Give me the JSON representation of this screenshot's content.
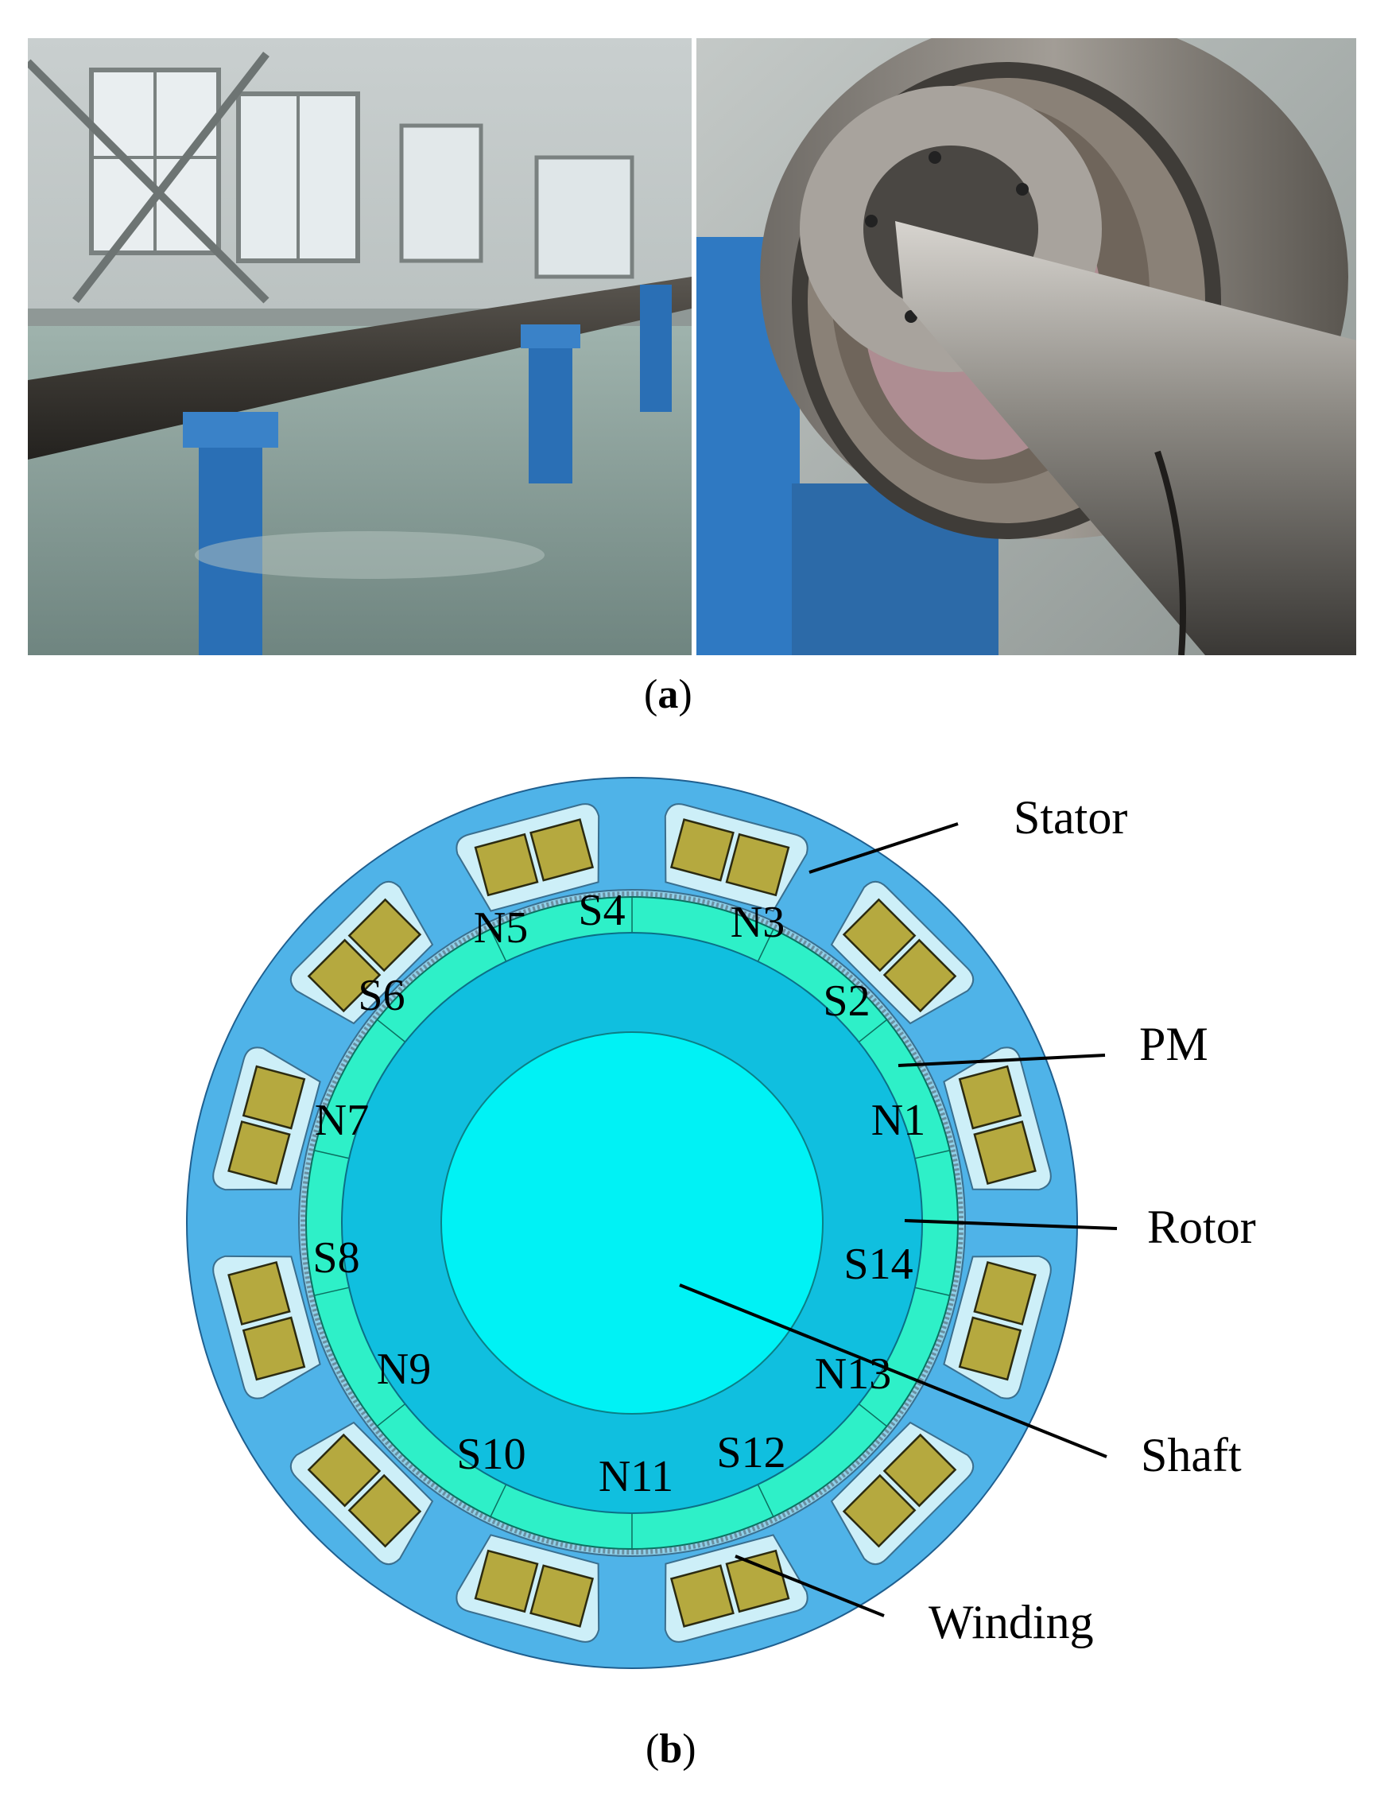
{
  "captions": {
    "a": "a",
    "b": "b"
  },
  "diagram": {
    "pole_labels": [
      "N1",
      "S2",
      "N3",
      "S4",
      "N5",
      "S6",
      "N7",
      "S8",
      "N9",
      "S10",
      "N11",
      "S12",
      "N13",
      "S14"
    ],
    "part_labels": {
      "stator": "Stator",
      "pm": "PM",
      "rotor": "Rotor",
      "shaft": "Shaft",
      "winding": "Winding"
    },
    "colors": {
      "stator": "#4FB3E8",
      "slot": "#CDEFF8",
      "winding": "#B5A93F",
      "pm": "#2EF0C8",
      "rotor": "#10BFDF",
      "shaft": "#00F2F5"
    }
  },
  "photos": [
    {
      "name": "test-bench-photo"
    },
    {
      "name": "motor-closeup-photo"
    }
  ]
}
